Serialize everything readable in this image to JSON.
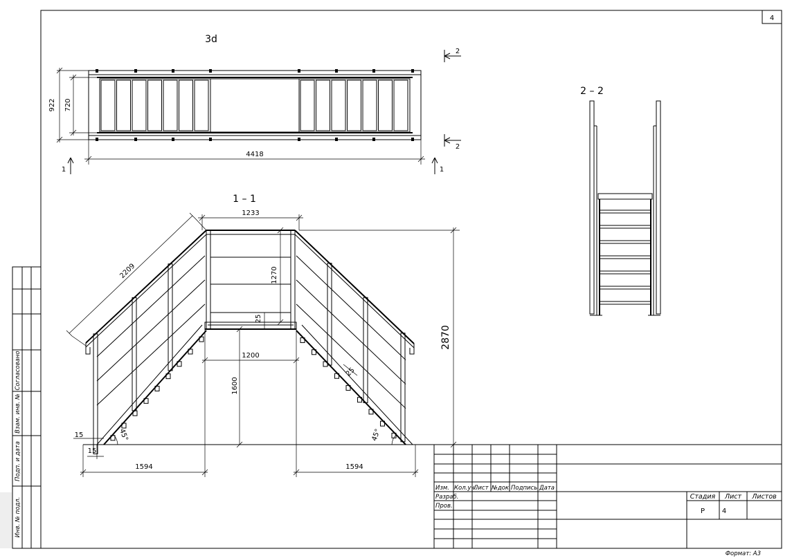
{
  "sheet": {
    "number": "4",
    "format_label": "Формат: А3"
  },
  "views": {
    "plan": {
      "title": "3d",
      "dim_overall_w": "922",
      "dim_inner_w": "720",
      "dim_length": "4418",
      "cut_1": "1",
      "cut_2": "2"
    },
    "section_11": {
      "title": "1 – 1",
      "dim_top": "1233",
      "dim_slope": "2209",
      "dim_rail_h": "1270",
      "dim_25_a": "25",
      "dim_25_b": "25",
      "dim_platform_w": "1200",
      "dim_platform_h": "1600",
      "dim_total_h": "2870",
      "dim_15_a": "15",
      "dim_15_b": "15",
      "angle_left": "45°",
      "angle_right": "45°",
      "dim_run_left": "1594",
      "dim_run_right": "1594"
    },
    "section_22": {
      "title": "2 – 2"
    }
  },
  "side_stamp": {
    "labels": [
      "Согласовано",
      "Взам. инв. №",
      "Подп. и дата",
      "Инв. № подл."
    ]
  },
  "title_block": {
    "columns": [
      "Изм.",
      "Кол.уч.",
      "Лист",
      "№док.",
      "Подпись",
      "Дата"
    ],
    "roles": [
      "Разраб.",
      "Пров."
    ],
    "stage_label": "Стадия",
    "sheet_label": "Лист",
    "sheets_label": "Листов",
    "stage_value": "Р",
    "sheet_value": "4"
  }
}
